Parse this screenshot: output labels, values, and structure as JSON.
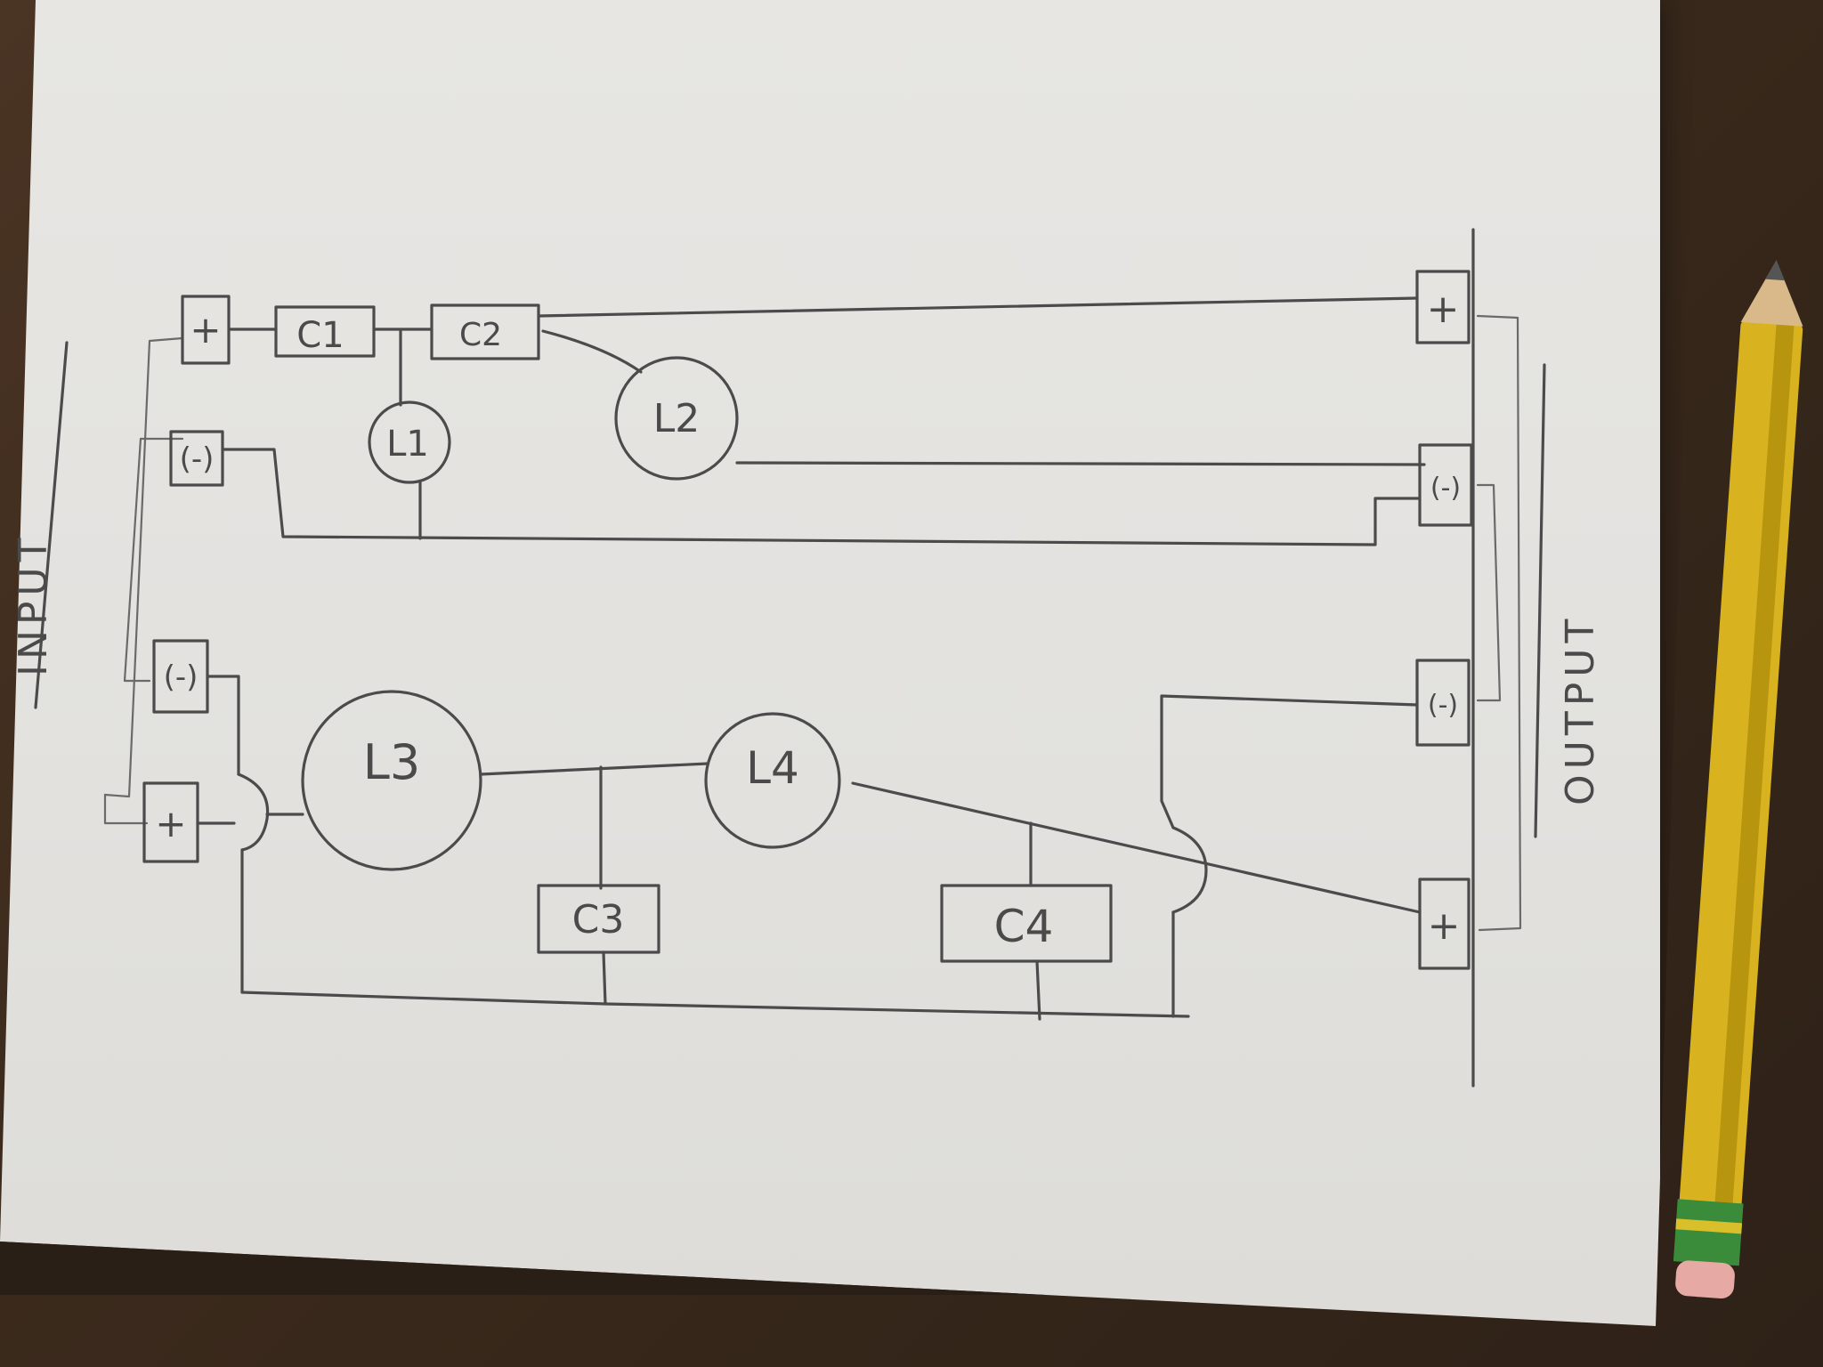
{
  "components": {
    "c1": "C1",
    "c2": "C2",
    "c3": "C3",
    "c4": "C4",
    "l1": "L1",
    "l2": "L2",
    "l3": "L3",
    "l4": "L4"
  },
  "labels": {
    "input": "INPUT",
    "output": "OUTPUT"
  },
  "terminals": {
    "input_top_pos": "+",
    "input_top_neg": "(-)",
    "input_bottom_neg": "(-)",
    "input_bottom_pos": "+",
    "output_top_pos": "+",
    "output_top_neg": "(-)",
    "output_bottom_neg": "(-)",
    "output_bottom_pos": "+"
  },
  "colors": {
    "pencil": "#4b4b4b",
    "paper": "#e4e3e0",
    "desk": "#3b2a1c",
    "pencil_yellow": "#d9b31f"
  }
}
